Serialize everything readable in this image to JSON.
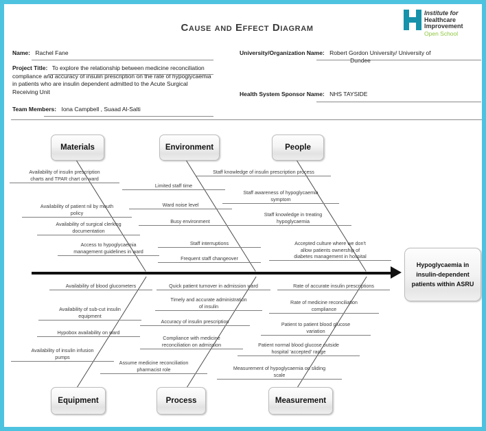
{
  "document": {
    "title": "Cause and Effect Diagram",
    "logo": {
      "line1": "Institute for",
      "line2": "Healthcare",
      "line3": "Improvement",
      "line4": "Open School",
      "mark_color": "#1792ab",
      "open_school_color": "#8cc63e"
    },
    "border_color": "#4ec3e0"
  },
  "header": {
    "name_label": "Name:",
    "name_value": "Rachel Fane",
    "project_title_label": "Project Title:",
    "project_title_value": "To explore the relationship between medicine reconciliation compliance and accuracy of insulin prescription on the rate of hypoglycaemia in patients who are insulin dependent admitted to the Acute Surgical Receiving Unit",
    "team_members_label": "Team Members:",
    "team_members_value": "Iona Campbell , Suaad Al-Salti",
    "university_label": "University/Organization Name:",
    "university_value_line1": "Robert Gordon University/ University of",
    "university_value_line2": "Dundee",
    "sponsor_label": "Health System Sponsor Name:",
    "sponsor_value": "NHS TAYSIDE"
  },
  "fishbone": {
    "effect": "Hypoglycaemia in insulin-dependent patients within ASRU",
    "categories": [
      {
        "id": "materials",
        "label": "Materials"
      },
      {
        "id": "environment",
        "label": "Environment"
      },
      {
        "id": "people",
        "label": "People"
      },
      {
        "id": "equipment",
        "label": "Equipment"
      },
      {
        "id": "process",
        "label": "Process"
      },
      {
        "id": "measurement",
        "label": "Measurement"
      }
    ],
    "causes": {
      "materials": [
        "Availability of insulin prescription charts and TPAR chart on ward",
        "Availability of patient nil by mouth policy",
        "Availability of surgical clerking documentation",
        "Access to hypoglycaemia management guidelines in ward"
      ],
      "environment": [
        "Limited staff time",
        "Ward noise level",
        "Busy environment",
        "Staff interruptions",
        "Frequent staff changeover"
      ],
      "people": [
        "Staff knowledge of insulin prescription process",
        "Staff awareness of hypoglycaemia symptom",
        "Staff knowledge in treating hypoglycaemia",
        "Accepted culture where we don't allow patients ownership of diabetes management in hospital"
      ],
      "equipment": [
        "Availability of blood glucometers",
        "Availability of sub-cut insulin equipment",
        "Hypobox availability on ward",
        "Availability of insulin infusion pumps"
      ],
      "process": [
        "Quick patient turnover in admission ward",
        "Timely and accurate administration of insulin",
        "Accuracy of insulin prescription",
        "Compliance with medicine reconciliation on admission",
        "Assume medicine reconciliation pharmacist role"
      ],
      "measurement": [
        "Rate of accurate insulin prescriptions",
        "Rate of medicine reconciliation compliance",
        "Patient to patient blood glucose variation",
        "Patient normal blood glucose outside hospital 'accepted' range",
        "Measurement of hypoglycaemia on sliding scale"
      ]
    },
    "cause_lines": {
      "materials": [
        [
          "Availability of insulin prescription",
          "charts and TPAR chart on ward"
        ],
        [
          "Availability of patient nil by mouth",
          "policy"
        ],
        [
          "Availability of surgical clerking",
          "documentation"
        ],
        [
          "Access to hypoglycaemia",
          "management guidelines in ward"
        ]
      ],
      "environment": [
        [
          "Limited staff time"
        ],
        [
          "Ward noise level"
        ],
        [
          "Busy environment"
        ],
        [
          "Staff interruptions"
        ],
        [
          "Frequent staff changeover"
        ]
      ],
      "people": [
        [
          "Staff knowledge of insulin prescription process"
        ],
        [
          "Staff awareness of hypoglycaemia",
          "symptom"
        ],
        [
          "Staff knowledge in treating",
          "hypoglycaemia"
        ],
        [
          "Accepted culture where we don't",
          "allow patients ownership of",
          "diabetes management in hospital"
        ]
      ],
      "equipment": [
        [
          "Availability of blood glucometers"
        ],
        [
          "Availability of sub-cut insulin",
          "equipment"
        ],
        [
          "Hypobox availability on ward"
        ],
        [
          "Availability of insulin infusion",
          "pumps"
        ]
      ],
      "process": [
        [
          "Quick patient turnover in admission ward"
        ],
        [
          "Timely and accurate administration",
          "of insulin"
        ],
        [
          "Accuracy of insulin prescription"
        ],
        [
          "Compliance with medicine",
          "reconciliation on admission"
        ],
        [
          "Assume medicine reconciliation",
          "pharmacist role"
        ]
      ],
      "measurement": [
        [
          "Rate of accurate insulin prescriptions"
        ],
        [
          "Rate of medicine reconciliation",
          "compliance"
        ],
        [
          "Patient to patient blood glucose",
          "variation"
        ],
        [
          "Patient normal blood glucose outside",
          "hospital 'accepted' range"
        ],
        [
          "Measurement of hypoglycaemia on sliding",
          "scale"
        ]
      ]
    }
  }
}
